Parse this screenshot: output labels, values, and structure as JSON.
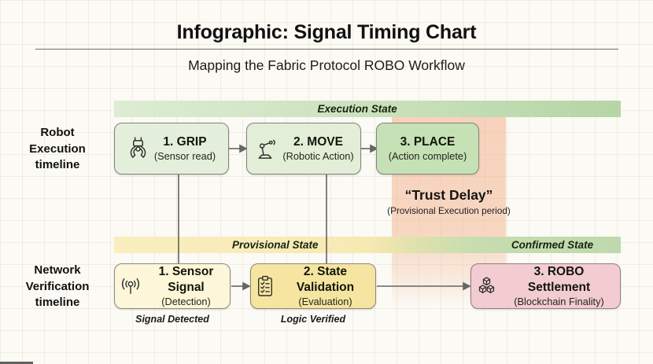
{
  "header": {
    "title": "Infographic: Signal Timing Chart",
    "subtitle": "Mapping the Fabric Protocol ROBO Workflow"
  },
  "row_labels": {
    "robot": "Robot\nExecution\ntimeline",
    "network": "Network\nVerification\ntimeline"
  },
  "bands": {
    "execution": "Execution State",
    "provisional": "Provisional State",
    "confirmed": "Confirmed State"
  },
  "trust_delay": {
    "title": "“Trust Delay”",
    "subtitle": "(Provisional Execution period)"
  },
  "robot_steps": [
    {
      "title": "1. GRIP",
      "subtitle": "(Sensor read)",
      "icon": "gripper-icon"
    },
    {
      "title": "2. MOVE",
      "subtitle": "(Robotic Action)",
      "icon": "robotic-arm-icon"
    },
    {
      "title": "3. PLACE",
      "subtitle": "(Action complete)",
      "icon": ""
    }
  ],
  "network_steps": [
    {
      "title": "1. Sensor Signal",
      "subtitle": "(Detection)",
      "icon": "antenna-signal-icon",
      "caption": "Signal Detected"
    },
    {
      "title": "2. State Validation",
      "subtitle": "(Evaluation)",
      "icon": "checklist-clipboard-icon",
      "caption": "Logic Verified"
    },
    {
      "title": "3. ROBO Settlement",
      "subtitle": "(Blockchain Finality)",
      "icon": "blockchain-cubes-icon",
      "caption": ""
    }
  ],
  "colors": {
    "background": "#fbfaf5",
    "execution_bar": "#b5d5a5",
    "provisional_bar": "#f7e9b2",
    "confirmed_bar": "#bed9ad",
    "robot_box": "#e4efdb",
    "place_box": "#c6e1b6",
    "sensor_box": "#fdf6d9",
    "validation_box": "#f5e5a1",
    "settlement_box": "#f2ccd1",
    "trust_band": "#f3b28d",
    "arrow": "#666666"
  }
}
